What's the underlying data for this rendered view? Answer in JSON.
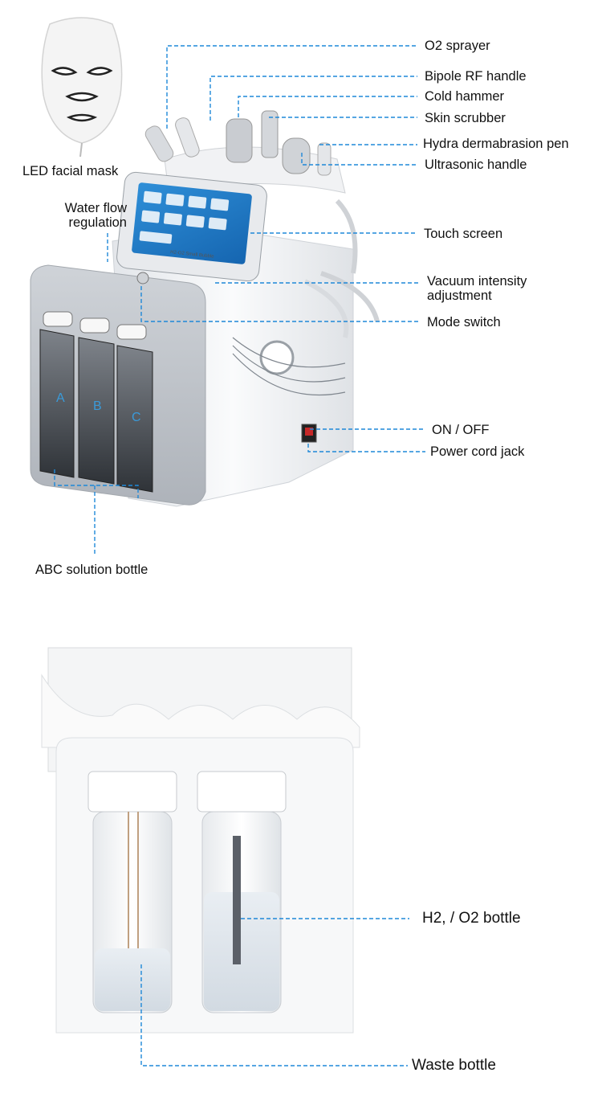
{
  "labels": {
    "led_mask": "LED facial mask",
    "water_flow": "Water flow regulation",
    "abc_bottle": "ABC solution bottle",
    "o2_sprayer": "O2 sprayer",
    "bipole_rf": "Bipole RF handle",
    "cold_hammer": "Cold hammer",
    "skin_scrubber": "Skin scrubber",
    "hydra_pen": "Hydra dermabrasion pen",
    "ultrasonic": "Ultrasonic handle",
    "touch_screen": "Touch screen",
    "vacuum": "Vacuum intensity adjustment",
    "mode_switch": "Mode switch",
    "on_off": "ON / OFF",
    "power_jack": "Power cord jack",
    "h2_o2": "H2, / O2 bottle",
    "waste": "Waste bottle"
  },
  "device": {
    "bottle_letters": [
      "A",
      "B",
      "C"
    ],
    "screen_brand": "H2-O2 Small Bubble"
  },
  "colors": {
    "leader": "#1e88d8",
    "device_body": "#f2f3f5",
    "device_shade": "#d9dce1"
  }
}
